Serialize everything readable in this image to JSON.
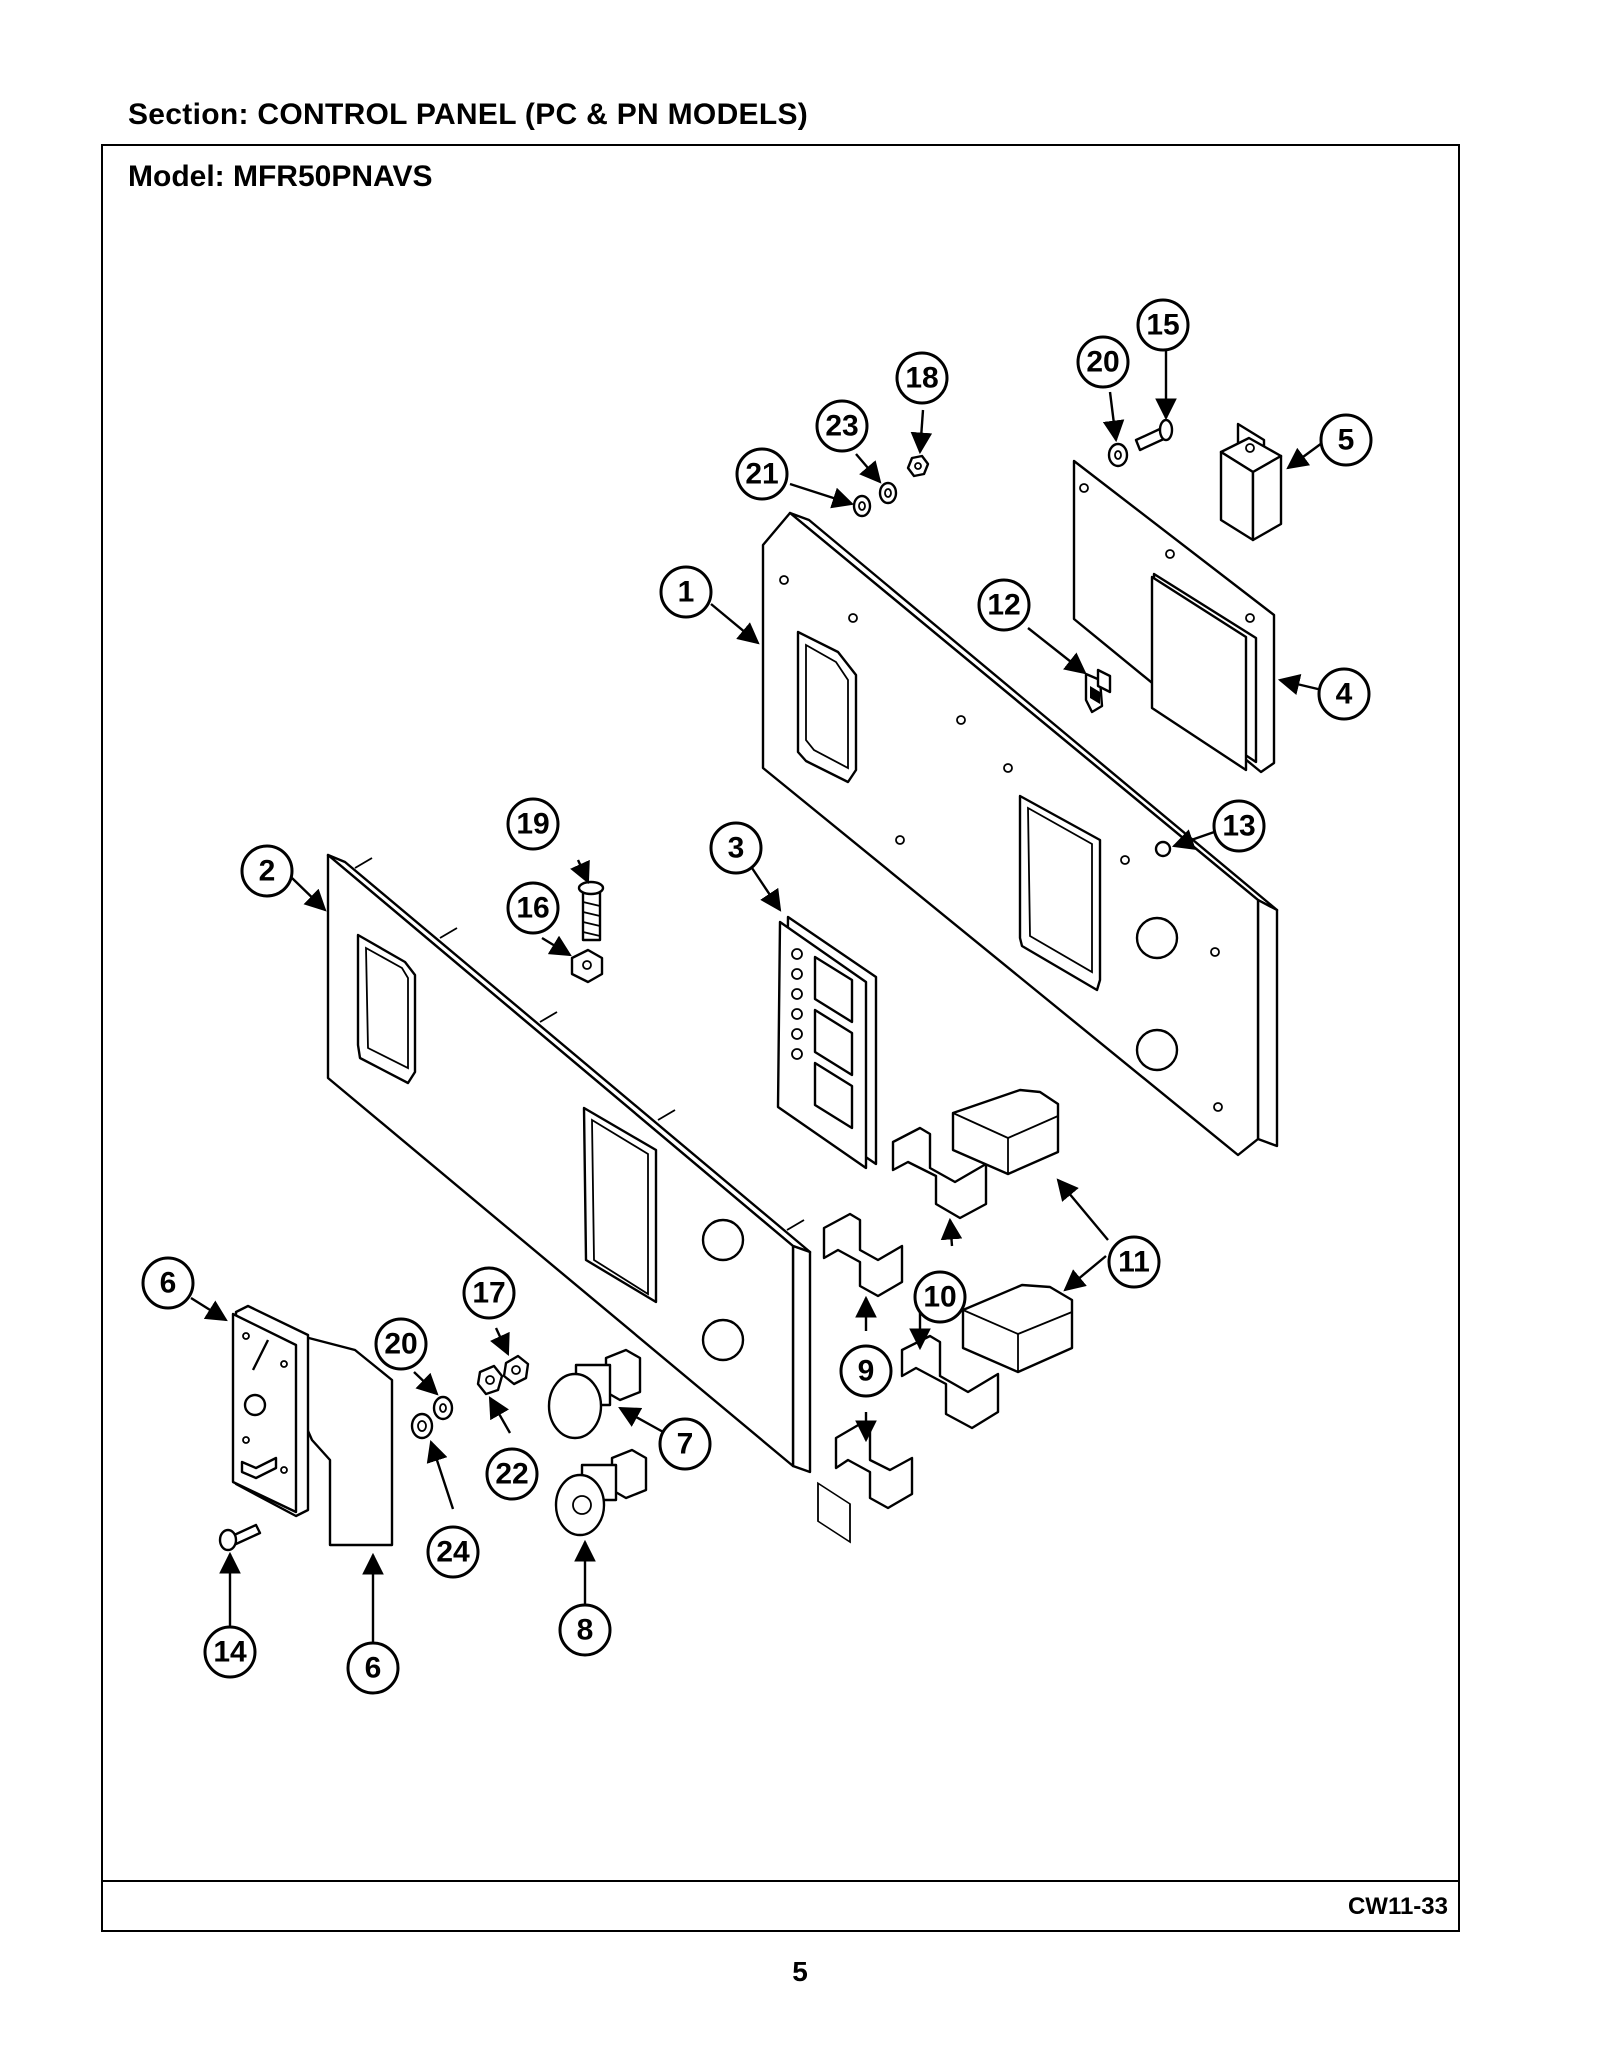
{
  "header": {
    "section": "Section:  CONTROL PANEL (PC & PN MODELS)",
    "model": "Model:  MFR50PNAVS"
  },
  "callouts": [
    "1",
    "2",
    "3",
    "4",
    "5",
    "6",
    "6",
    "7",
    "8",
    "9",
    "10",
    "11",
    "12",
    "13",
    "14",
    "15",
    "16",
    "17",
    "18",
    "19",
    "20",
    "20",
    "21",
    "22",
    "23",
    "24"
  ],
  "footer": {
    "figure_code": "CW11-33",
    "page_number": "5"
  }
}
